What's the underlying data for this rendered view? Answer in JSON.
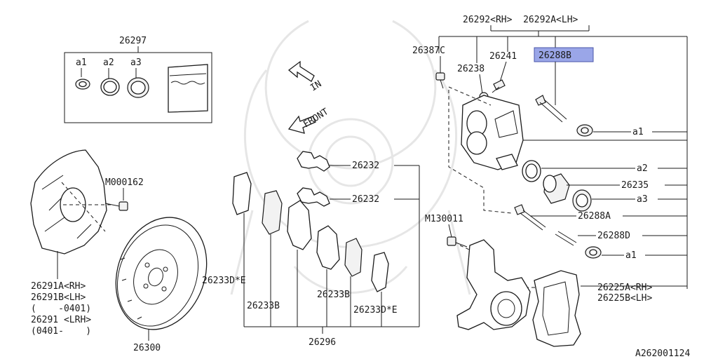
{
  "labels": {
    "kit": "26297",
    "kit_a1": "a1",
    "kit_a2": "a2",
    "kit_a3": "a3",
    "caliper_rh_lh": "26292<RH>  26292A<LH>",
    "bolt_26387c": "26387C",
    "bleeder_26241": "26241",
    "highlight_26288b": "26288B",
    "bleeder_cap_26238": "26238",
    "dir_in": "IN",
    "dir_front": "FRONT",
    "pad_clip_top": "26232",
    "pad_clip_mid": "26232",
    "bolt_m000162": "M000162",
    "bolt_m130011": "M130011",
    "seal_a1_top": "a1",
    "seal_a2": "a2",
    "piston_26235": "26235",
    "seal_a3": "a3",
    "pin_26288a": "26288A",
    "pin_26288d": "26288D",
    "seal_a1_bottom": "a1",
    "cover_26291a": "26291A<RH>",
    "cover_26291b": "26291B<LH>",
    "cover_range_1": "(    -0401)",
    "cover_26291": "26291 <LRH>",
    "cover_range_2": "(0401-    )",
    "shim_26233de_left": "26233D*E",
    "shim_26233b_left": "26233B",
    "shim_26233b_right": "26233B",
    "shim_26233de_right": "26233D*E",
    "pad_set_26296": "26296",
    "rotor_26300": "26300",
    "support_26225a": "26225A<RH>",
    "support_26225b": "26225B<LH>",
    "diagram_code": "A262001124"
  },
  "colors": {
    "line": "#1a1a1a",
    "highlight_fill": "#9aa6e8",
    "watermark": "#e6e6e6"
  }
}
